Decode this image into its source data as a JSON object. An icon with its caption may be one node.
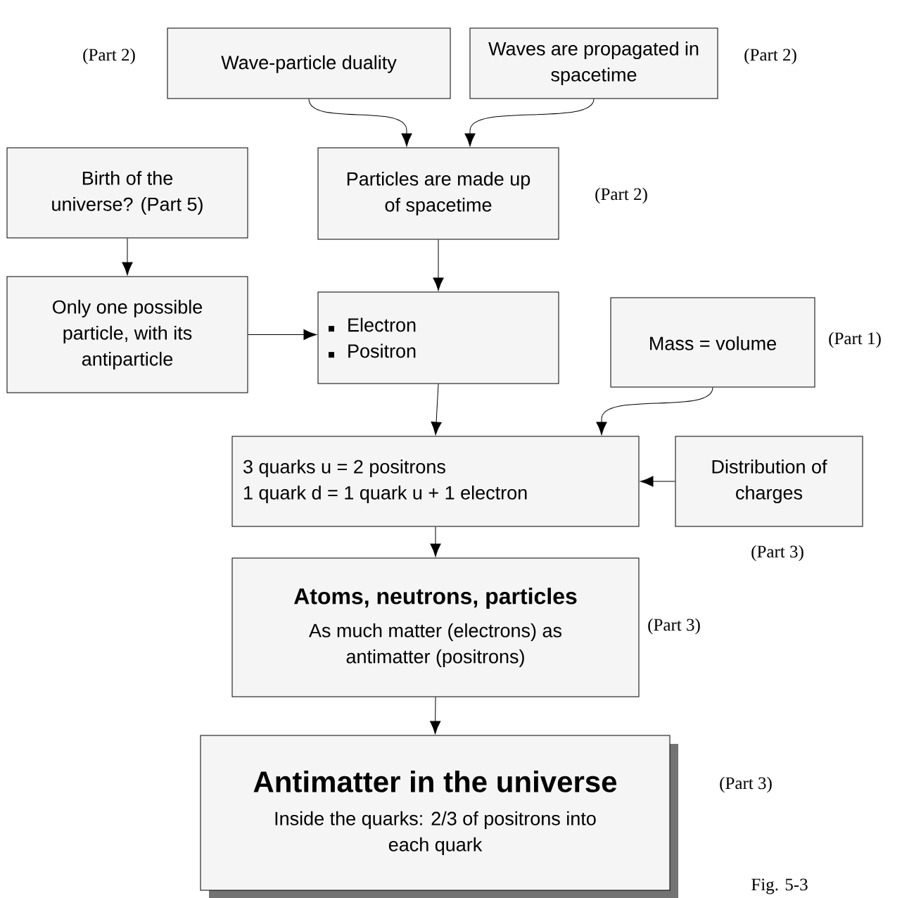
{
  "diagram": {
    "caption": "Fig. 5-3",
    "nodes": [
      {
        "text": [
          "Wave-particle duality"
        ],
        "beside": [
          "(Part 2)"
        ]
      },
      {
        "text": [
          "Waves are propagated in spacetime"
        ],
        "beside": [
          "(Part 2)"
        ]
      },
      {
        "text": [
          "Birth of the universe? (Part 5)"
        ]
      },
      {
        "text": [
          "Particles are made up of spacetime"
        ],
        "beside": [
          "(Part 2)"
        ]
      },
      {
        "text": [
          "Only one possible particle, with its antiparticle"
        ]
      },
      {
        "text": [
          "Electron",
          "Positron"
        ]
      },
      {
        "text": [
          "Mass = volume"
        ],
        "beside": [
          "(Part 1)"
        ]
      },
      {
        "text": [
          "3 quarks u = 2 positrons",
          "1 quark d = 1 quark u + 1 electron"
        ]
      },
      {
        "text": [
          "Distribution of charges"
        ],
        "beside": [
          "(Part 3)"
        ]
      },
      {
        "text": [
          "Atoms, neutrons, particles",
          "As much matter (electrons) as antimatter (positrons)"
        ],
        "beside": [
          "(Part 3)"
        ]
      },
      {
        "text": [
          "Antimatter in the universe",
          "Inside the quarks: 2/3 of positrons into each quark"
        ],
        "beside": [
          "(Part 3)"
        ]
      }
    ],
    "edges": [
      {
        "from": 0,
        "to": 3,
        "arrow": "to"
      },
      {
        "from": 1,
        "to": 3,
        "arrow": "to"
      },
      {
        "from": 2,
        "to": 4,
        "arrow": "to"
      },
      {
        "from": 3,
        "to": 5,
        "arrow": "to"
      },
      {
        "from": 4,
        "to": 5,
        "arrow": "to"
      },
      {
        "from": 5,
        "to": 7,
        "arrow": "to"
      },
      {
        "from": 6,
        "to": 7,
        "arrow": "to"
      },
      {
        "from": 8,
        "to": 7,
        "arrow": "to"
      },
      {
        "from": 7,
        "to": 9,
        "arrow": "to"
      },
      {
        "from": 9,
        "to": 10,
        "arrow": "to"
      }
    ]
  }
}
